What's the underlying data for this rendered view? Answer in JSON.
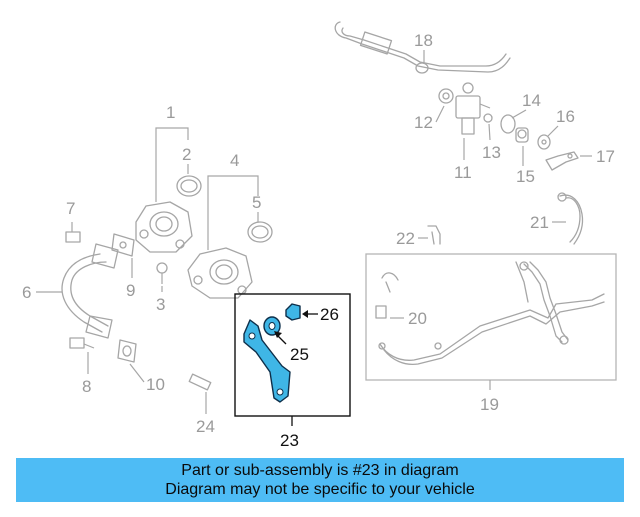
{
  "diagram": {
    "callouts": {
      "c1": "1",
      "c2": "2",
      "c3": "3",
      "c4": "4",
      "c5": "5",
      "c6": "6",
      "c7": "7",
      "c8": "8",
      "c9": "9",
      "c10": "10",
      "c11": "11",
      "c12": "12",
      "c13": "13",
      "c14": "14",
      "c15": "15",
      "c16": "16",
      "c17": "17",
      "c18": "18",
      "c19": "19",
      "c20": "20",
      "c21": "21",
      "c22": "22",
      "c23": "23",
      "c24": "24",
      "c25": "25",
      "c26": "26"
    },
    "highlighted_part": "23",
    "colors": {
      "highlight": "#3fb6e6",
      "faded_part": "#a6a6a6",
      "banner": "#4ebcf5"
    }
  },
  "banner": {
    "line1": "Part or sub-assembly is #23 in diagram",
    "line2": "Diagram may not be specific to your vehicle"
  }
}
